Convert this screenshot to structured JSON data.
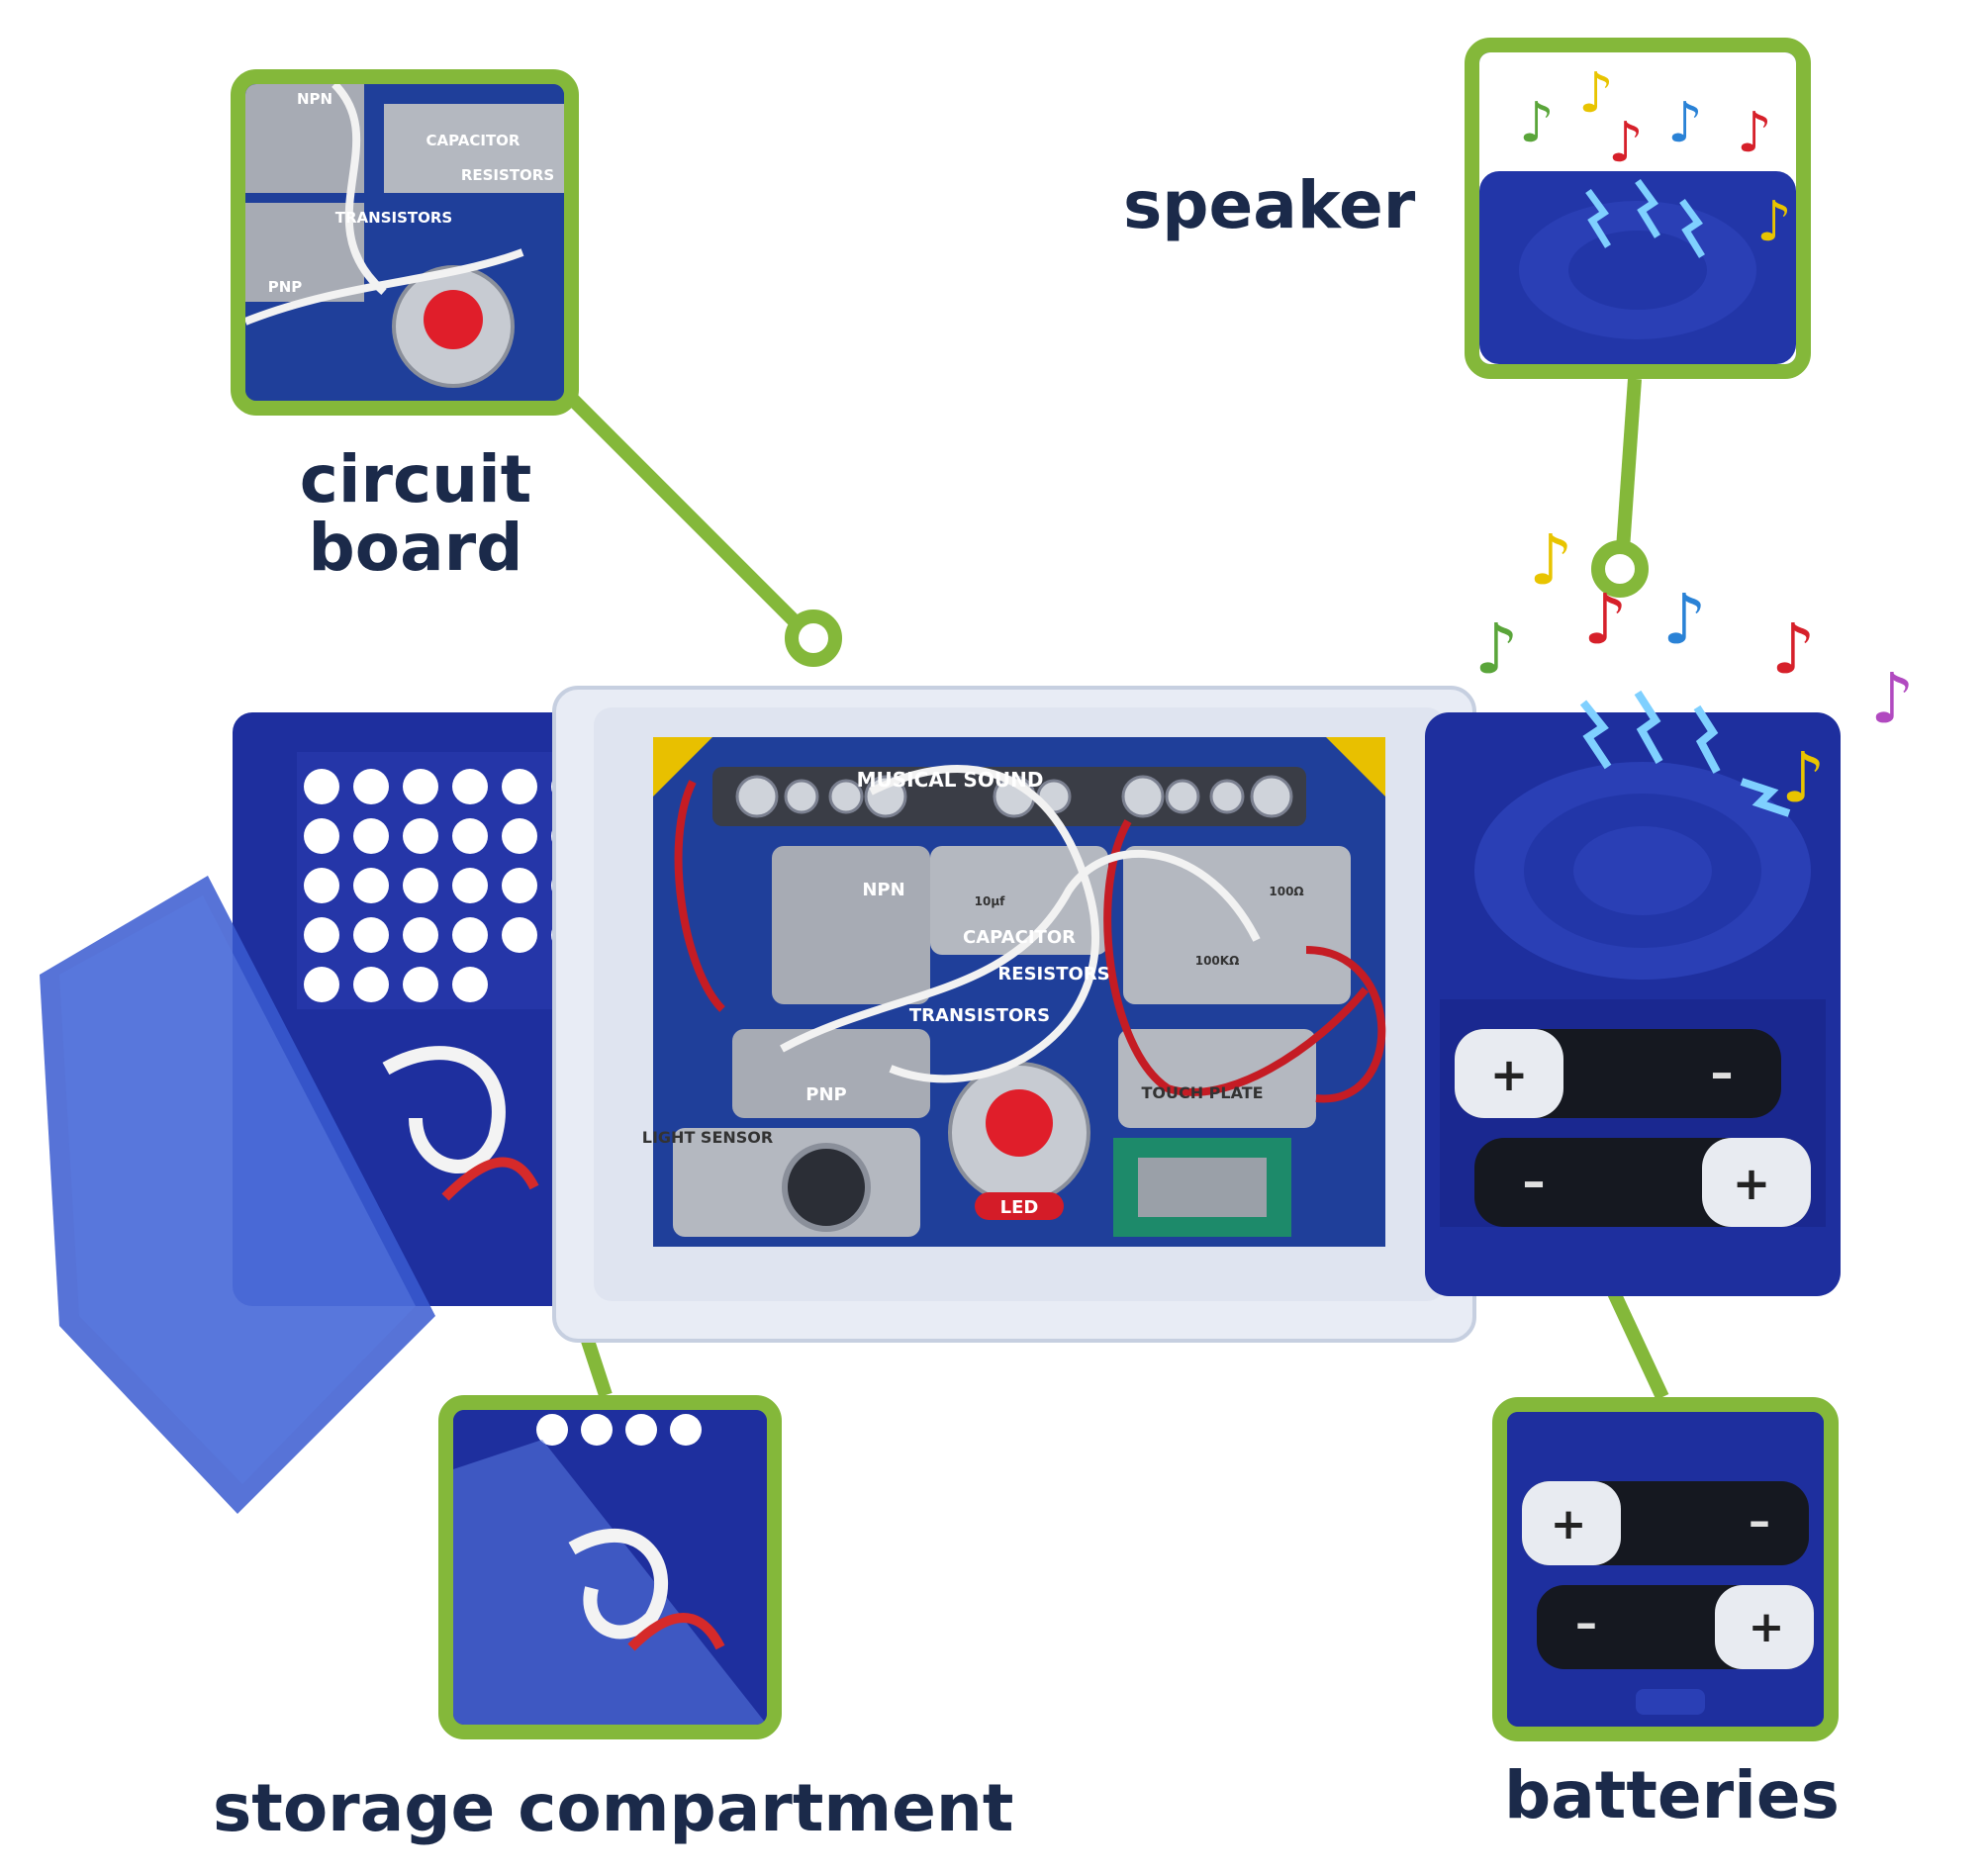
{
  "labels": {
    "circuit_board": "circuit\nboard",
    "speaker": "speaker",
    "storage_compartment": "storage compartment",
    "batteries": "batteries"
  },
  "board_text": {
    "musical_sound": "MUSICAL SOUND",
    "npn": "NPN",
    "capacitor": "CAPACITOR",
    "capacitor_value": "10µf",
    "resistors": "RESISTORS",
    "resistor_value_1": "100Ω",
    "resistor_value_2": "100KΩ",
    "transistors": "TRANSISTORS",
    "pnp": "PNP",
    "light_sensor": "LIGHT SENSOR",
    "touch_plate": "TOUCH PLATE",
    "led": "LED"
  },
  "battery_signs": {
    "plus": "+",
    "minus": "–"
  },
  "colors": {
    "accent_green": "#84b83a",
    "label_navy": "#1b2a4a",
    "case_blue": "#2a3fae",
    "board_blue": "#1f3f9a"
  },
  "icons": [
    "music-note-icon",
    "speaker-icon",
    "battery-icon",
    "led-icon"
  ]
}
